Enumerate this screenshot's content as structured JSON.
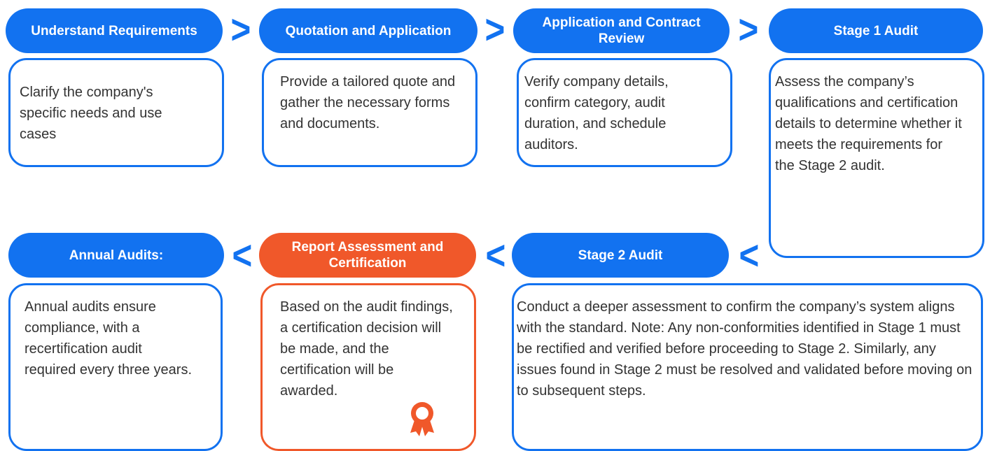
{
  "colors": {
    "blue": "#1272f0",
    "orange": "#f0582a",
    "text": "#333333"
  },
  "steps": [
    {
      "title": "Understand Requirements",
      "description": "Clarify the company's specific needs and use cases"
    },
    {
      "title": "Quotation and Application",
      "description": "Provide a tailored quote and gather the necessary forms and documents."
    },
    {
      "title": "Application and Contract Review",
      "description": "Verify company details, confirm category, audit duration, and schedule auditors."
    },
    {
      "title": "Stage 1 Audit",
      "description": "Assess the company’s qualifications and certification details to determine whether it meets the requirements for the Stage 2 audit."
    },
    {
      "title": "Stage 2 Audit",
      "description": "Conduct a deeper assessment to confirm the company’s system aligns with the standard. Note: Any non-conformities identified in Stage 1 must be rectified and verified before proceeding to Stage 2. Similarly, any issues found in Stage 2 must be resolved and validated before moving on to subsequent steps."
    },
    {
      "title": "Report Assessment and Certification",
      "description": "Based on the audit findings, a certification decision will be made, and the certification will be awarded."
    },
    {
      "title": "Annual Audits:",
      "description": "Annual audits ensure compliance, with a recertification audit required every three years."
    }
  ],
  "arrows": {
    "forward": ">",
    "backward": "<"
  },
  "icons": {
    "award": "award-ribbon-icon"
  }
}
